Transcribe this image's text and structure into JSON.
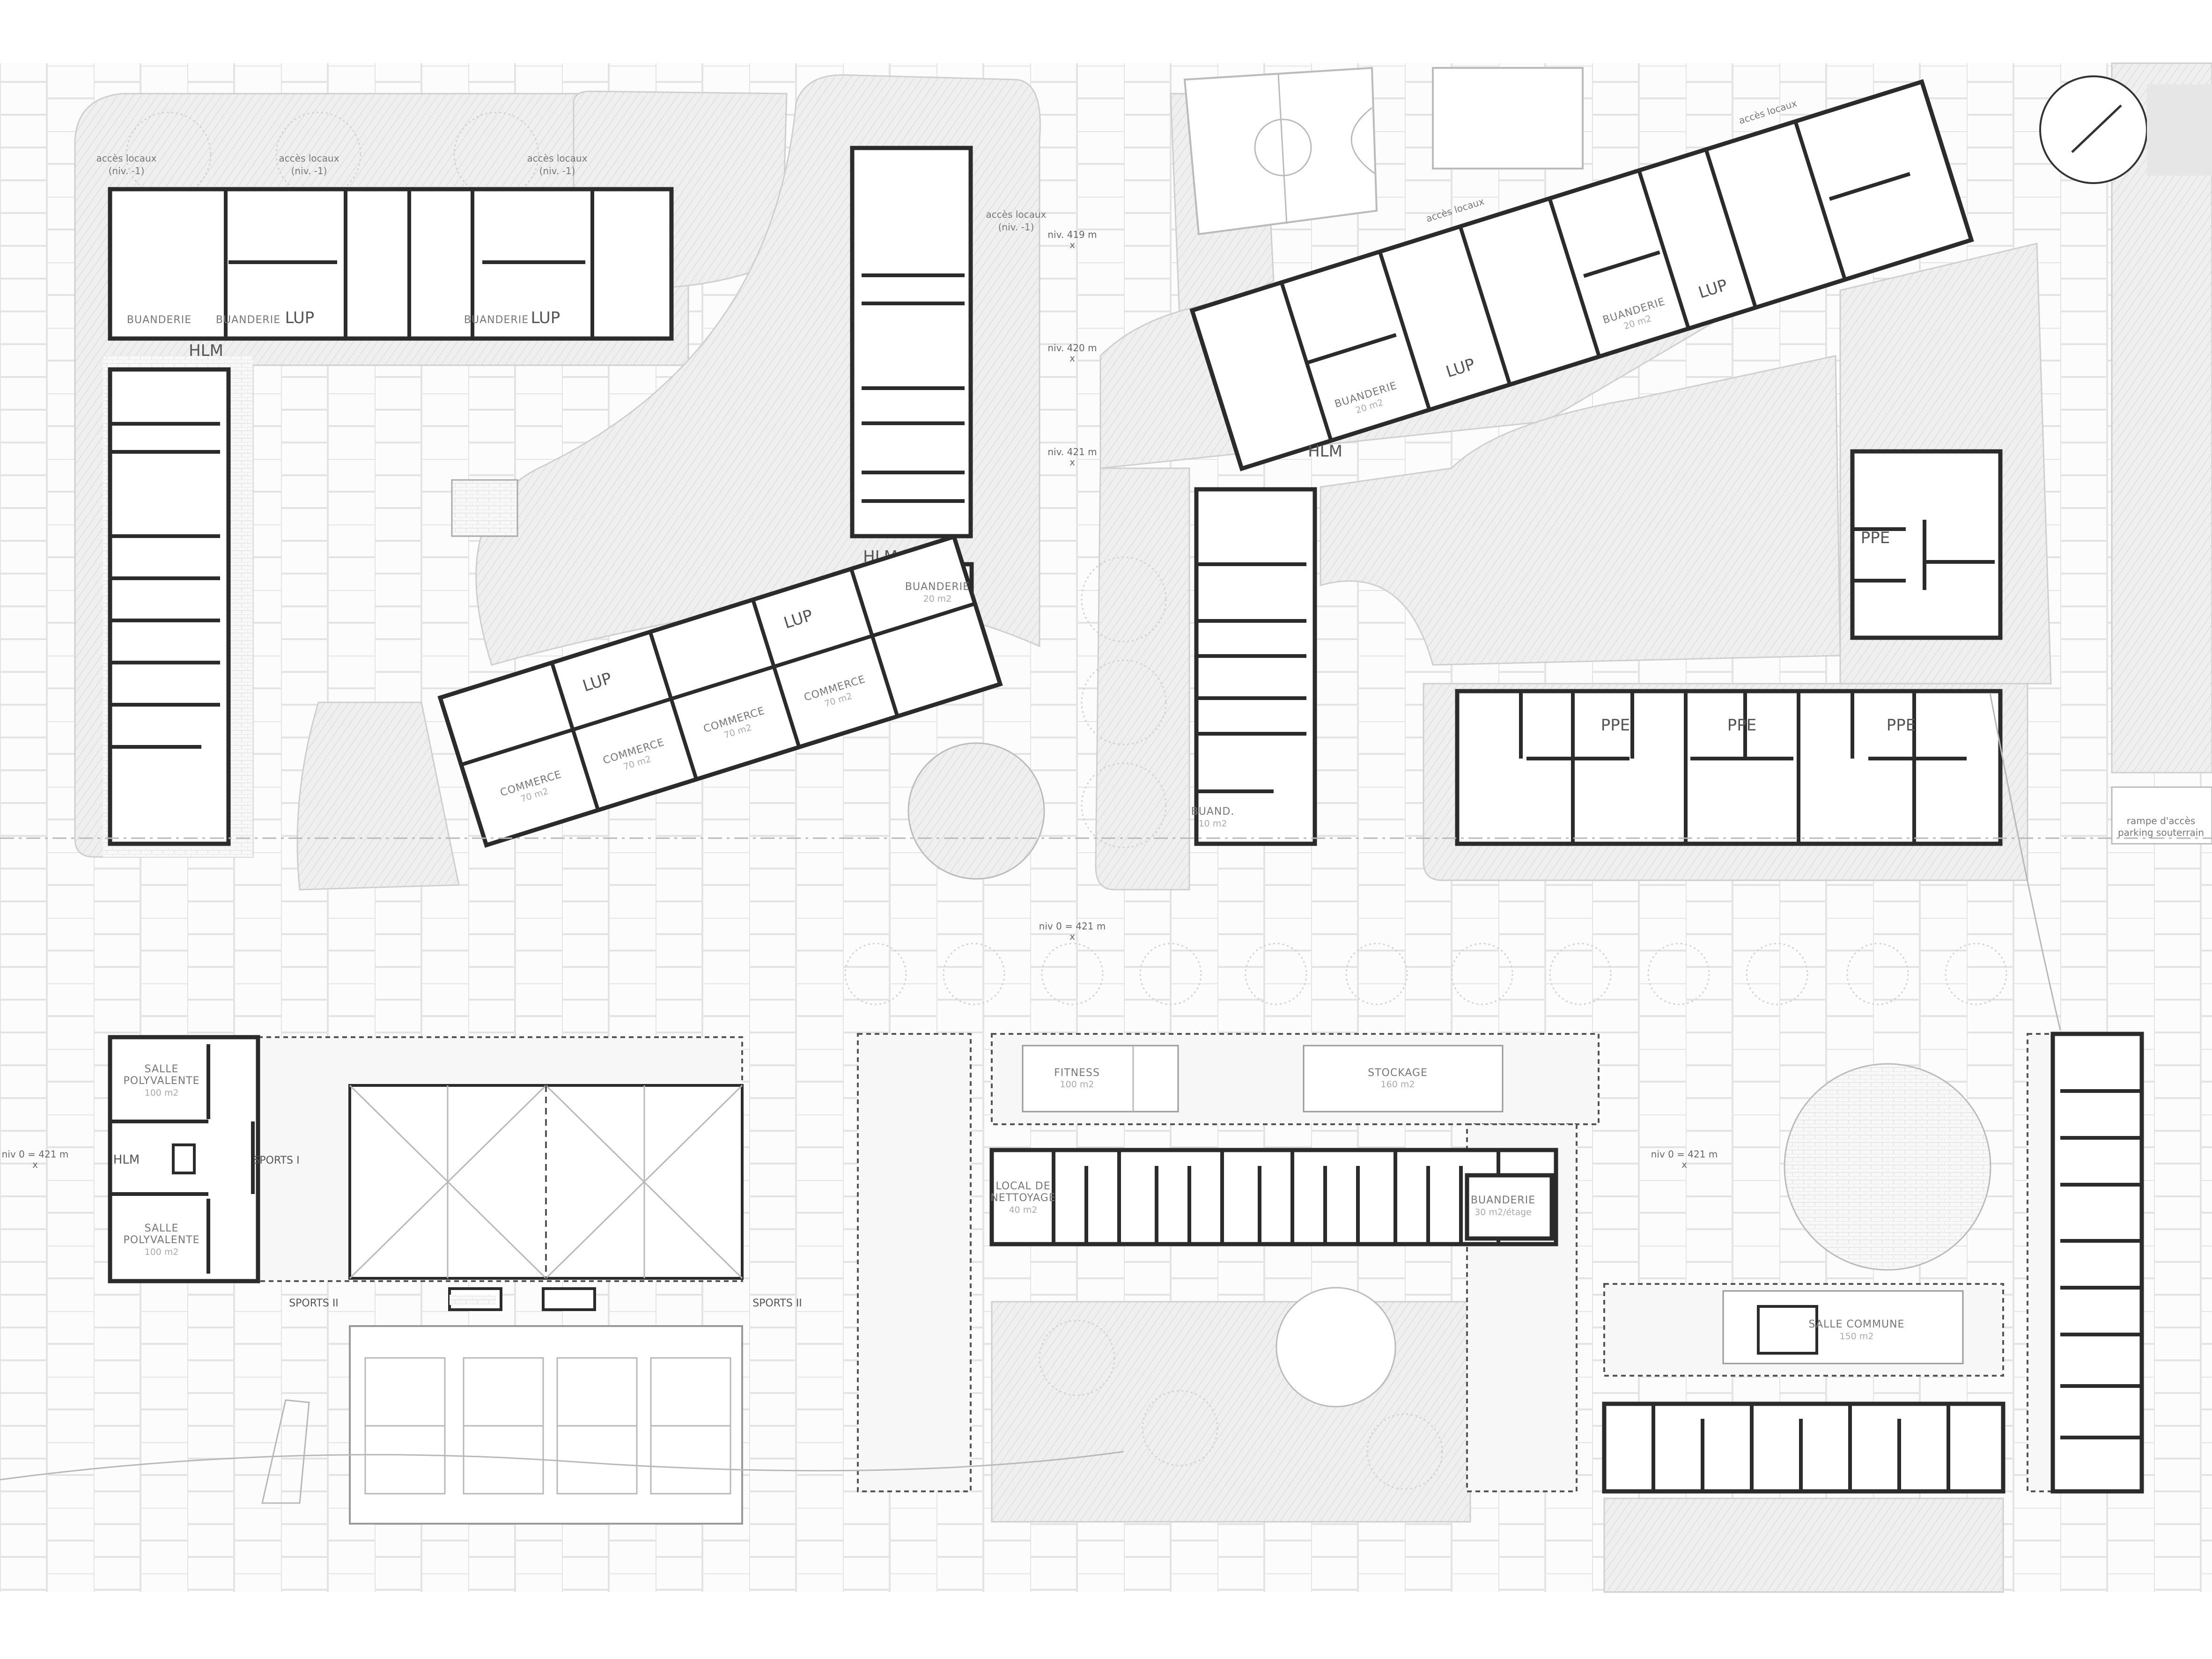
{
  "plan": {
    "access_label_1": "accès locaux",
    "access_label_2": "(niv. -1)",
    "access_label_inline": "accès locaux",
    "levels": {
      "niv419": "niv. 419 m",
      "niv420": "niv. 420 m",
      "niv421": "niv. 421 m",
      "niv0": "niv 0 = 421 m",
      "marker": "x"
    },
    "rooms": {
      "buanderie": "BUANDERIE",
      "buanderie_area": "20 m2",
      "buand_short": "BUAND.",
      "buand_short_area": "10 m2",
      "lup": "LUP",
      "hlm": "HLM",
      "ppe": "PPE",
      "commerce": "COMMERCE",
      "commerce_area": "70 m2",
      "salle_polyvalente_1": "SALLE",
      "salle_polyvalente_2": "POLYVALENTE",
      "salle_polyvalente_area": "100 m2",
      "sports_1": "SPORTS I",
      "sports_2": "SPORTS II",
      "fitness": "FITNESS",
      "fitness_area": "100 m2",
      "stockage": "STOCKAGE",
      "stockage_area": "160 m2",
      "local_nettoyage_1": "LOCAL DE",
      "local_nettoyage_2": "NETTOYAGE",
      "local_nettoyage_area": "40 m2",
      "buanderie_etage_area": "30 m2/étage",
      "salle_commune": "SALLE COMMUNE",
      "salle_commune_area": "150 m2"
    },
    "ramp_1": "rampe d'accès",
    "ramp_2": "parking souterrain"
  },
  "colors": {
    "wall": "#2b2b2b",
    "paving": "#e6e6e6",
    "hatch": "#dcdcdc"
  }
}
